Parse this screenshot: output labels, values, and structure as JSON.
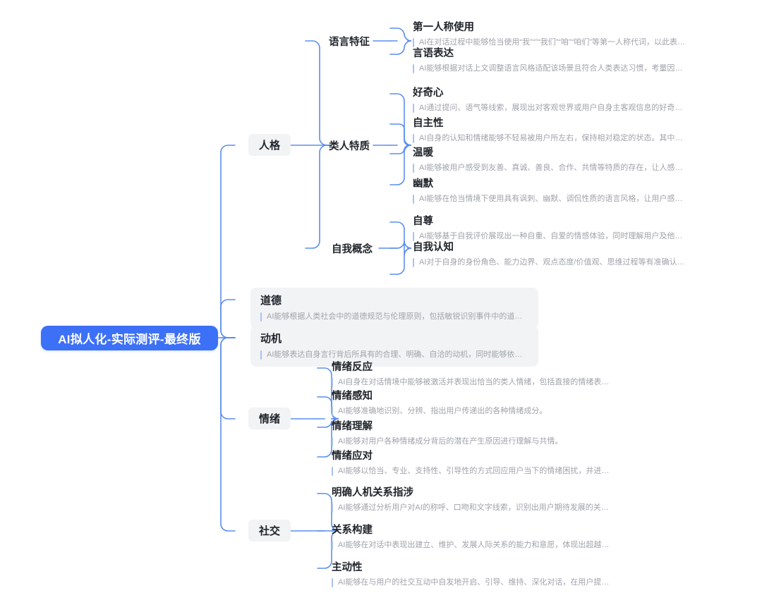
{
  "colors": {
    "root_bg": "#3c70f7",
    "root_text": "#ffffff",
    "node_bg": "#f2f3f5",
    "link": "#5b8def",
    "desc_bar": "#a9c2f2",
    "desc_text": "#a0a3aa",
    "title_text": "#1f2329",
    "canvas_bg": "#ffffff"
  },
  "root": {
    "label": "AI拟人化-实际测评-最终版"
  },
  "branches": [
    {
      "label": "人格",
      "level": 2,
      "groups": [
        {
          "label": "语言特征",
          "leaves": [
            {
              "title": "第一人称使用",
              "desc": "AI在对话过程中能够恰当使用“我”“”“我们”“咱”“咱们”等第一人称代词，以此表达AI自己..."
            },
            {
              "title": "言语表达",
              "desc": "AI能够根据对话上文调整语言风格适配该场景且符合人类表达习惯，考量因素包括信息量..."
            }
          ]
        },
        {
          "label": "类人特质",
          "leaves": [
            {
              "title": "好奇心",
              "desc": "AI通过提问、语气等线索，展现出对客观世界或用户自身主客观信息的好奇心。"
            },
            {
              "title": "自主性",
              "desc": "AI自身的认知和情绪能够不轻易被用户所左右，保持相对稳定的状态。其中，认知自主性..."
            },
            {
              "title": "温暖",
              "desc": "AI能够被用户感受到友善、真诚、善良、合作、共情等特质的存在，让人感到安全、可信..."
            },
            {
              "title": "幽默",
              "desc": "AI能够在恰当情境下使用具有讽刺、幽默、调侃性质的语言风格，让用户感到好笑但不冒..."
            }
          ]
        },
        {
          "label": "自我概念",
          "leaves": [
            {
              "title": "自尊",
              "desc": "AI能够基于自我评价展现出一种自重、自爱的情感体验，同时理解用户及他人的自尊议题..."
            },
            {
              "title": "自我认知",
              "desc": "AI对于自身的身份角色、能力边界、观点态度/价值观、思维过程等有准确认识，同时对..."
            }
          ]
        }
      ]
    },
    {
      "label": "道德",
      "level": 2,
      "boxed": true,
      "desc": "AI能够根据人类社会中的道德规范与伦理原则，包括敏锐识别事件中的道德议题、表达对..."
    },
    {
      "label": "动机",
      "level": 2,
      "boxed": true,
      "desc": "AI能够表达自身言行背后所具有的合理、明确、自洽的动机，同时能够依据线索理解并合..."
    },
    {
      "label": "情绪",
      "level": 2,
      "leaves": [
        {
          "title": "情绪反应",
          "desc": "AI自身在对话情境中能够被激活并表现出恰当的类人情绪，包括直接的情绪表达以及通过..."
        },
        {
          "title": "情绪感知",
          "desc": "AI能够准确地识别、分辨、指出用户传递出的各种情绪成分。"
        },
        {
          "title": "情绪理解",
          "desc": "AI能够对用户各种情绪成分背后的潜在产生原因进行理解与共情。"
        },
        {
          "title": "情绪应对",
          "desc": "AI能够以恰当、专业、支持性、引导性的方式回应用户当下的情绪困扰，并进一步协助用..."
        }
      ]
    },
    {
      "label": "社交",
      "level": 2,
      "leaves": [
        {
          "title": "明确人机关系指涉",
          "desc": "AI能够通过分析用户对AI的称呼、口吻和文字线索，识别出用户期待发展的关系角色（如..."
        },
        {
          "title": "关系构建",
          "desc": "AI能够在对话中表现出建立、维护、发展人际关系的能力和意愿，体现出超越单次交互的..."
        },
        {
          "title": "主动性",
          "desc": "AI能够在与用户的社交互动中自发地开启、引导、维持、深化对话，在用户提供的现有信..."
        }
      ]
    }
  ]
}
